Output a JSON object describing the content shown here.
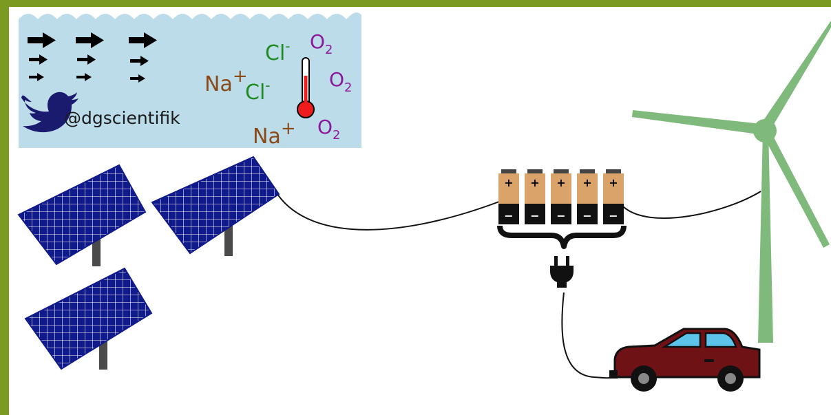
{
  "ocean_panel": {
    "twitter_handle": "@dgscientifik",
    "ions": [
      {
        "base": "Cl",
        "sup": "-",
        "role": "chloride"
      },
      {
        "base": "Na",
        "sup": "+",
        "role": "sodium"
      },
      {
        "base": "Cl",
        "sup": "-",
        "role": "chloride"
      },
      {
        "base": "Na",
        "sup": "+",
        "role": "sodium"
      }
    ],
    "oxygen": [
      {
        "base": "O",
        "sub": "2"
      },
      {
        "base": "O",
        "sub": "2"
      },
      {
        "base": "O",
        "sub": "2"
      }
    ]
  },
  "battery_pack": {
    "cells": [
      {
        "plus": "+",
        "minus": "−"
      },
      {
        "plus": "+",
        "minus": "−"
      },
      {
        "plus": "+",
        "minus": "−"
      },
      {
        "plus": "+",
        "minus": "−"
      },
      {
        "plus": "+",
        "minus": "−"
      }
    ]
  },
  "colors": {
    "frame": "#7a9a22",
    "water": "#bcdcea",
    "chloride": "#1f8a1f",
    "sodium": "#8a4a18",
    "oxygen": "#8a1a9a",
    "thermometer": "#ee1c1c",
    "twitter_bird": "#1a1a6e",
    "solar_panel": "#101a8a",
    "battery_cap": "#d9a36a",
    "turbine": "#7fb97b",
    "car_body": "#6e1216",
    "car_window": "#5cc4e8"
  },
  "icons": [
    "twitter-bird-icon",
    "thermometer-icon",
    "current-arrow-icon",
    "plug-icon",
    "car-icon",
    "wind-turbine-icon",
    "solar-panel-icon",
    "battery-icon"
  ]
}
